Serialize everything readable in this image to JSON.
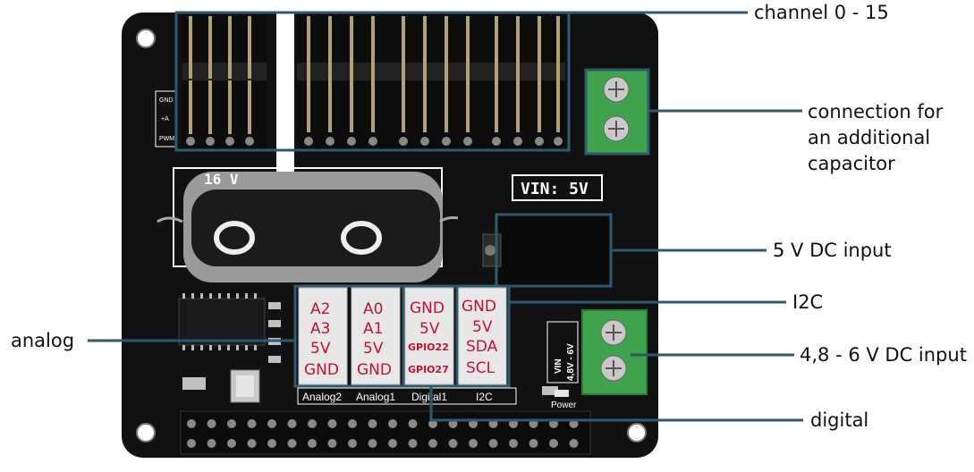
{
  "callouts": {
    "channel": "channel 0 - 15",
    "capacitor": [
      "connection for",
      "an additional",
      "capacitor"
    ],
    "dc_input": "5 V DC input",
    "i2c": "I2C",
    "dc_input_range": "4,8 - 6 V DC input",
    "analog": "analog",
    "digital": "digital"
  },
  "board": {
    "vin_label": "VIN: 5V",
    "capacitor_label": "16 V",
    "header_labels": [
      "Analog2",
      "Analog1",
      "Digital1",
      "I2C"
    ],
    "header_pins": [
      [
        "A2",
        "A3",
        "5V",
        "GND"
      ],
      [
        "A0",
        "A1",
        "5V",
        "GND"
      ],
      [
        "GND",
        "5V",
        "GPIO22",
        "GPIO27"
      ],
      [
        "GND",
        "5V",
        "SDA",
        "SCL"
      ]
    ],
    "power_label": "Power",
    "terminal_labels": [
      "VIN",
      "4,8V - 6V"
    ],
    "left_pin_labels": [
      "GND",
      "+A",
      "PWM"
    ]
  },
  "colors": {
    "pcb": "#111111",
    "callout_line": "#2e5a6e",
    "terminal": "#3fa34d",
    "pin_text": "#c8102e"
  }
}
